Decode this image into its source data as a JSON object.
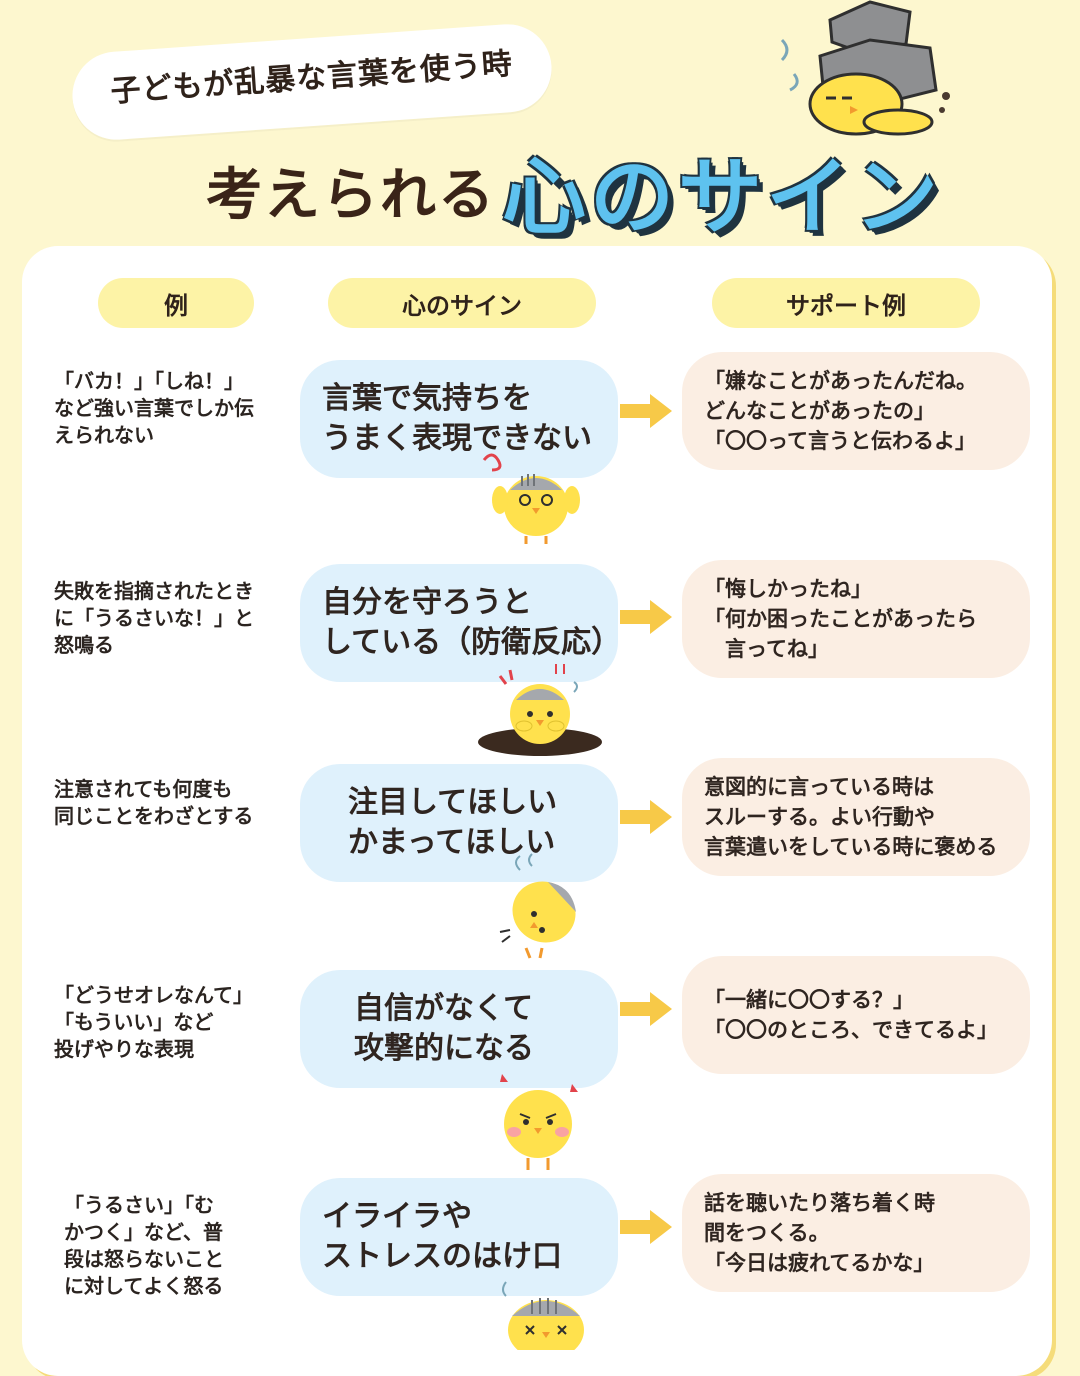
{
  "header": {
    "subtitle": "子どもが乱暴な言葉を使う時",
    "title_part1": "考えられる",
    "title_part2": "心のサイン"
  },
  "columns": {
    "example": "例",
    "sign": "心のサイン",
    "support": "サポート例"
  },
  "rows": [
    {
      "example": "「バカ！」「しね！」\nなど強い言葉でしか伝\nえられない",
      "sign": "言葉で気持ちを\nうまく表現できない",
      "support": "「嫌なことがあったんだね。\nどんなことがあったの」\n「〇〇って言うと伝わるよ」"
    },
    {
      "example": "失敗を指摘されたとき\nに「うるさいな！」と\n怒鳴る",
      "sign": "自分を守ろうと\nしている（防衛反応）",
      "support": "「悔しかったね」\n「何か困ったことがあったら\n　言ってね」"
    },
    {
      "example": "注意されても何度も\n同じことをわざとする",
      "sign": "注目してほしい\nかまってほしい",
      "support": "意図的に言っている時は\nスルーする。よい行動や\n言葉遣いをしている時に褒める"
    },
    {
      "example": "「どうせオレなんて」\n「もういい」など\n投げやりな表現",
      "sign": "自信がなくて\n攻撃的になる",
      "support": "「一緒に〇〇する？」\n「〇〇のところ、できてるよ」"
    },
    {
      "example": "「うるさい」「む\nかつく」など、普\n段は怒らないこと\nに対してよく怒る",
      "sign": "イライラや\nストレスのはけ口",
      "support": "話を聴いたり落ち着く時\n間をつくる。\n「今日は疲れてるかな」"
    }
  ],
  "colors": {
    "background": "#fdf7cf",
    "accent_blue": "#5ec2ef",
    "header_pill": "#fdf3a6",
    "sign_box": "#dff1fc",
    "support_box": "#fbeee3",
    "arrow": "#f7c948",
    "chick": "#ffe14d"
  },
  "icons": [
    "chick-under-rocks-icon",
    "confused-chick-icon",
    "chick-in-hole-icon",
    "fallen-chick-icon",
    "angry-chick-icon",
    "collapsed-chick-icon",
    "arrow-right-icon"
  ]
}
